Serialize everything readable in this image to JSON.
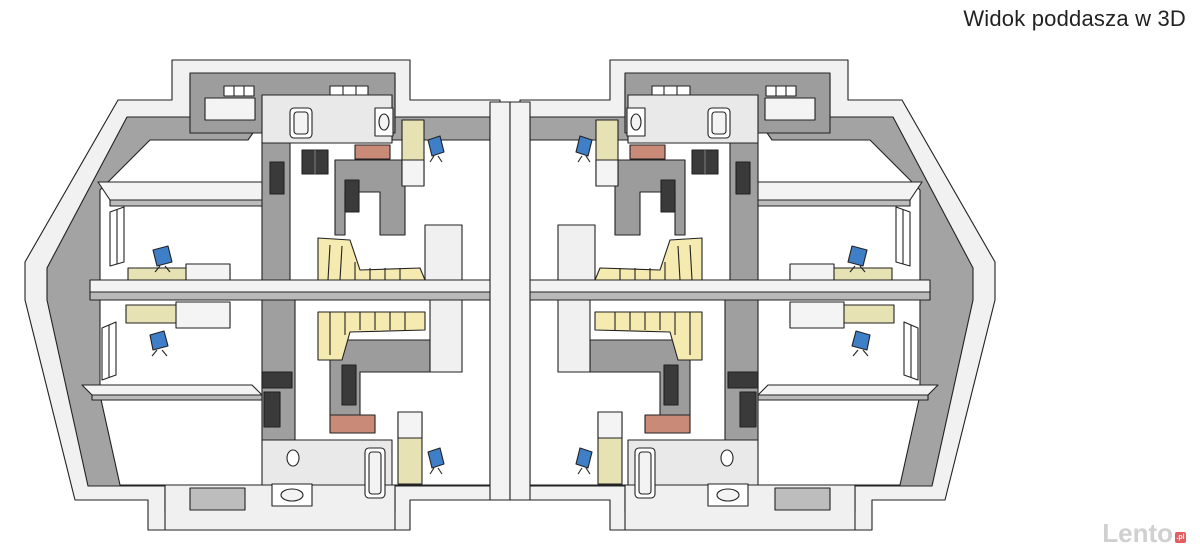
{
  "title": "Widok poddasza w 3D",
  "watermark": {
    "brand": "Lento",
    "suffix": ".pl"
  },
  "colors": {
    "wall_top": "#efefef",
    "wall_side": "#9d9d9d",
    "wall_shadow": "#c2c2c2",
    "floor": "#ffffff",
    "outline": "#222222",
    "stairs": "#f5eab0",
    "desk": "#e6e2b3",
    "chair": "#3f7fc8",
    "brick": "#c98a78"
  },
  "icons": [
    "window-icon",
    "door-icon",
    "chair-icon",
    "desk-icon",
    "bathtub-icon",
    "sink-icon",
    "toilet-icon",
    "stairs-icon"
  ]
}
